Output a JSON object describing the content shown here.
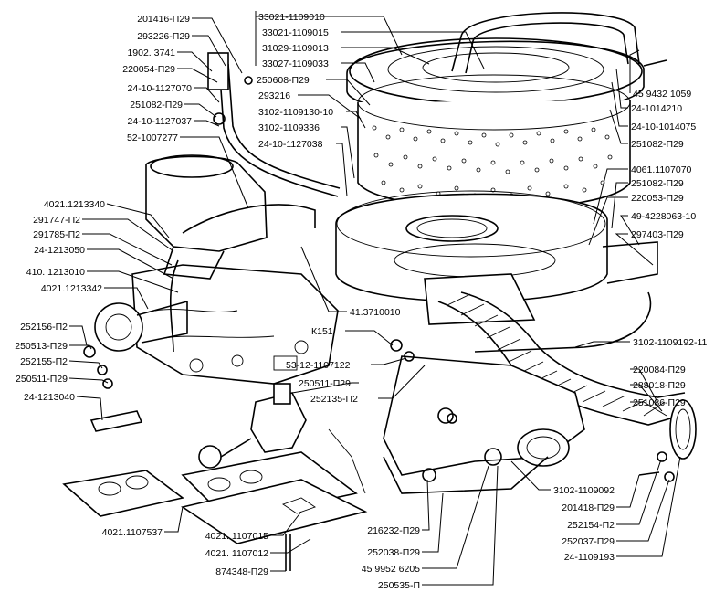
{
  "labels": {
    "l01": "201416-П29",
    "l02": "293226-П29",
    "l03": "1902. 3741",
    "l04": "220054-П29",
    "l05": "24-10-1127070",
    "l06": "251082-П29",
    "l07": "24-10-1127037",
    "l08": "52-1007277",
    "l09": "4021.1213340",
    "l10": "291747-П2",
    "l11": "291785-П2",
    "l12": "24-1213050",
    "l13": "410. 1213010",
    "l14": "4021.1213342",
    "l15": "252156-П2",
    "l16": "250513-П29",
    "l17": "252155-П2",
    "l18": "250511-П29",
    "l19": "24-1213040",
    "l20": "33021-1109010",
    "l21": "33021-1109015",
    "l22": "31029-1109013",
    "l23": "33027-1109033",
    "l24": "250608-П29",
    "l25": "293216",
    "l26": "3102-1109130-10",
    "l27": "3102-1109336",
    "l28": "24-10-1127038",
    "l29": "45 9432 1059",
    "l30": "24-1014210",
    "l31": "24-10-1014075",
    "l32": "251082-П29",
    "l33": "4061.1107070",
    "l34": "251082-П29",
    "l35": "220053-П29",
    "l36": "49-4228063-10",
    "l37": "297403-П29",
    "l38": "41.3710010",
    "l39": "К151",
    "l40": "53-12-1107122",
    "l41": "250511-П29",
    "l42": "252135-П2",
    "l43": "3102-1109192-11",
    "l44": "220084-П29",
    "l45": "288018-П29",
    "l46": "251086-П29",
    "l47": "3102-1109092",
    "l48": "201418-П29",
    "l49": "252154-П2",
    "l50": "252037-П29",
    "l51": "24-1109193",
    "l52": "4021.1107537",
    "l53": "4021. 1107015",
    "l54": "4021. 1107012",
    "l55": "874348-П29",
    "l56": "216232-П29",
    "l57": "252038-П29",
    "l58": "45 9952 6205",
    "l59": "250535-П"
  }
}
